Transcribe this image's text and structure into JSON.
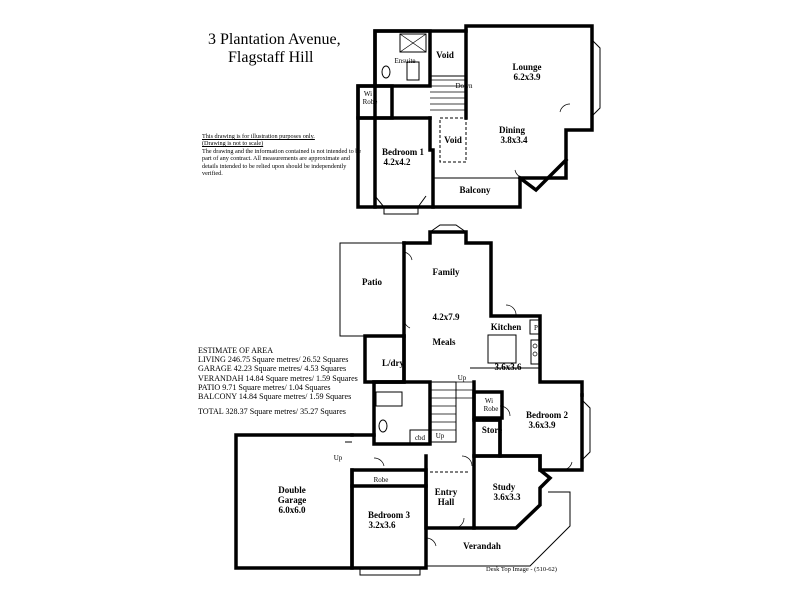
{
  "title": {
    "line1": "3 Plantation Avenue,",
    "line2": "Flagstaff Hill"
  },
  "disclaimer": {
    "line1": "This drawing is for illustration purposes only.",
    "line2": "(Drawing is not to scale)",
    "body": "The drawing and the information contained is not intended to be part of any contract. All measurements are approximate and details intended to be relied upon should be independently verified."
  },
  "area_estimate": {
    "heading": "ESTIMATE OF AREA",
    "rows": [
      "LIVING 246.75 Square metres/  26.52 Squares",
      "GARAGE  42.23 Square metres/  4.53 Squares",
      "VERANDAH 14.84  Square metres/  1.59 Squares",
      "PATIO 9.71  Square metres/ 1.04 Squares",
      "BALCONY  14.84 Square metres/ 1.59 Squares"
    ],
    "total": "TOTAL  328.37 Square metres/  35.27 Squares"
  },
  "upper_floor": {
    "ensuite": "Ensuite",
    "void1": "Void",
    "void2": "Void",
    "down": "Down",
    "wi_robe_1": "Wi",
    "wi_robe_2": "Robe",
    "lounge": "Lounge",
    "lounge_size": "6.2x3.9",
    "bedroom1": "Bedroom 1",
    "bedroom1_size": "4.2x4.2",
    "dining": "Dining",
    "dining_size": "3.8x3.4",
    "balcony": "Balcony"
  },
  "ground_floor": {
    "patio": "Patio",
    "family": "Family",
    "family_size": "4.2x7.9",
    "kitchen": "Kitchen",
    "pantry": "P",
    "meals": "Meals",
    "kitchen_size": "3.6x3.6",
    "ldry": "L/dry",
    "up1": "Up",
    "up2": "Up",
    "up3": "Up",
    "wi_robe_1": "Wi",
    "wi_robe_2": "Robe",
    "bedroom2": "Bedroom 2",
    "bedroom2_size": "3.6x3.9",
    "store": "Store",
    "cbd": "cbd",
    "double_garage_1": "Double",
    "double_garage_2": "Garage",
    "garage_size": "6.0x6.0",
    "robe": "Robe",
    "entry_1": "Entry",
    "entry_2": "Hall",
    "study": "Study",
    "study_size": "3.6x3.3",
    "bedroom3": "Bedroom 3",
    "bedroom3_size": "3.2x3.6",
    "verandah": "Verandah"
  },
  "caption": "Desk Top Image - (510-62)"
}
